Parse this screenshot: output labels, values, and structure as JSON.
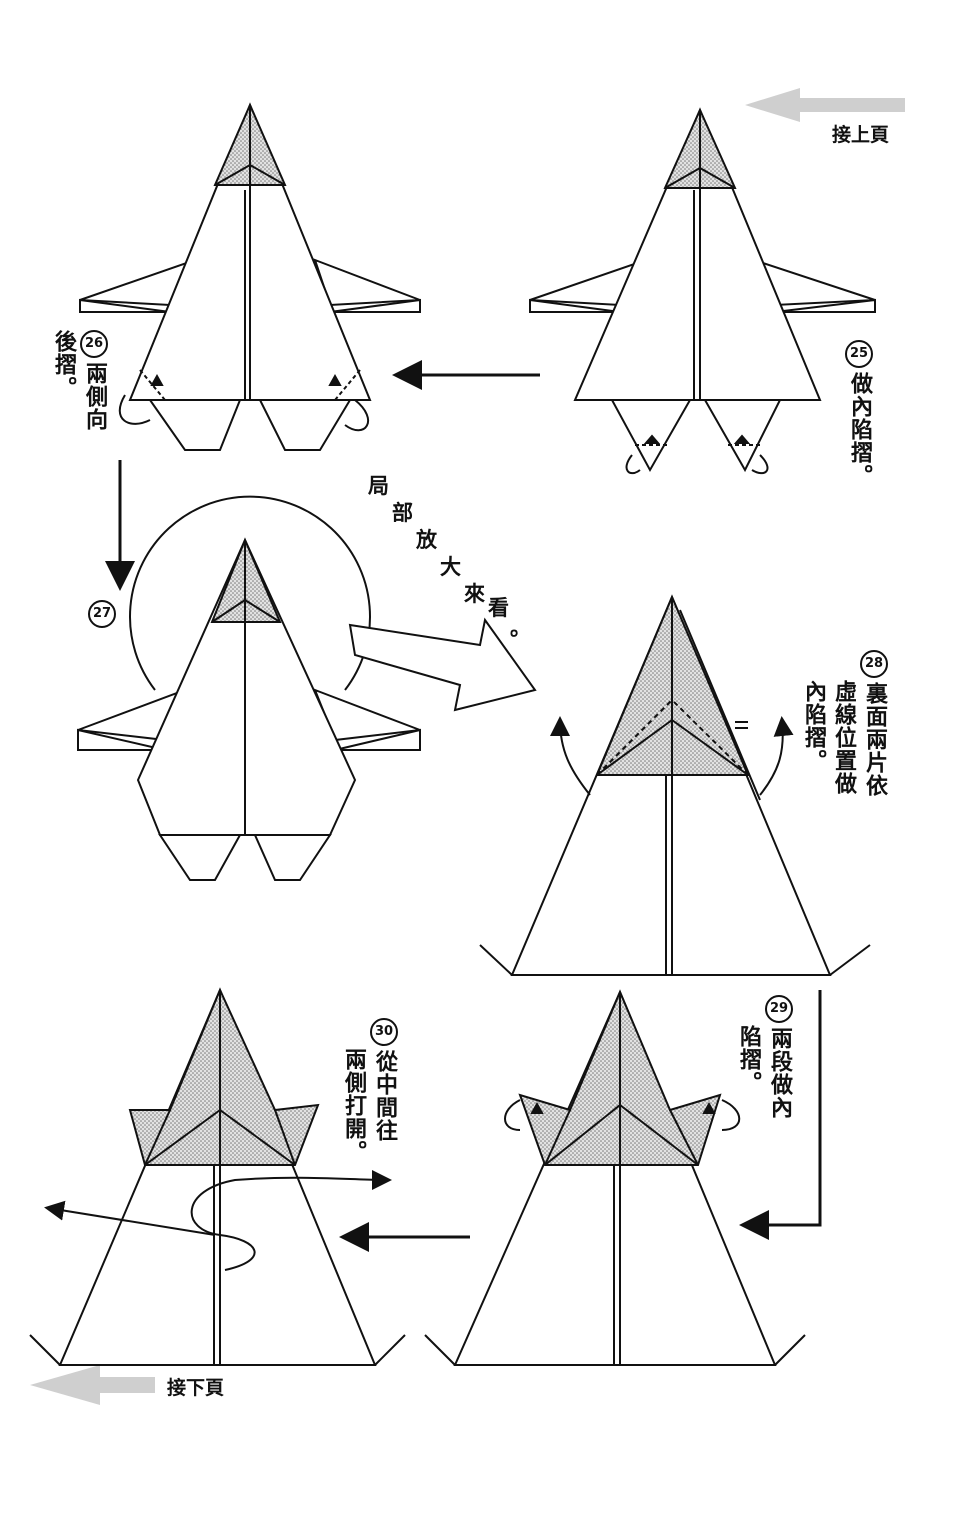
{
  "nav": {
    "prev_label": "接上頁",
    "next_label": "接下頁"
  },
  "steps": [
    {
      "number": "26",
      "text_lines": [
        "兩側向",
        "後摺。"
      ]
    },
    {
      "number": "25",
      "text_lines": [
        "做內陷摺。"
      ]
    },
    {
      "number": "27"
    },
    {
      "number": "28",
      "text_lines": [
        "裏面兩片依",
        "虛線位置做",
        "內陷摺。"
      ]
    },
    {
      "number": "29",
      "text_lines": [
        "兩段做內",
        "陷摺。"
      ]
    },
    {
      "number": "30",
      "text_lines": [
        "從中間往",
        "兩側打開。"
      ]
    }
  ],
  "callout": {
    "chars": [
      "局",
      "部",
      "放",
      "大",
      "來",
      "看",
      "。"
    ]
  },
  "colors": {
    "line": "#111111",
    "shade": "#d0d0d0",
    "nav_arrow": "#c8c8c8"
  }
}
